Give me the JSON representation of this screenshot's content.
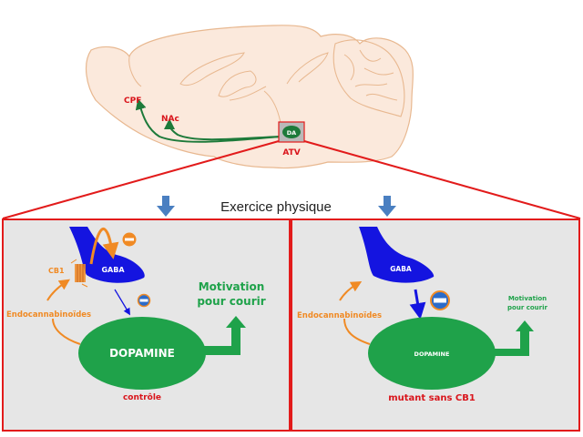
{
  "brain": {
    "labels": {
      "cpf": "CPF",
      "nac": "NAc",
      "da": "DA",
      "atv": "ATV"
    }
  },
  "title": "Exercice physique",
  "panels": [
    {
      "id": "control",
      "gaba": "GABA",
      "cb1": "CB1",
      "endocannabinoids": "Endocannabinoïdes",
      "dopamine": "DOPAMINE",
      "motivation_line1": "Motivation",
      "motivation_line2": "pour courir",
      "caption": "contrôle"
    },
    {
      "id": "mutant",
      "gaba": "GABA",
      "endocannabinoids": "Endocannabinoïdes",
      "dopamine": "DOPAMINE",
      "motivation_line1": "Motivation",
      "motivation_line2": "pour courir",
      "caption": "mutant sans CB1"
    }
  ],
  "colors": {
    "frame_red": "#e21b1b",
    "label_red": "#d9141b",
    "dopamine_green": "#1fa24a",
    "pathway_green": "#1d7a3a",
    "gaba_blue": "#1414e0",
    "orange": "#f08a24",
    "arrow_blue": "#4a7fc1",
    "panel_gray": "#e6e6e6",
    "brain_fill": "#fbe9dc",
    "brain_outline": "#e8b890"
  }
}
